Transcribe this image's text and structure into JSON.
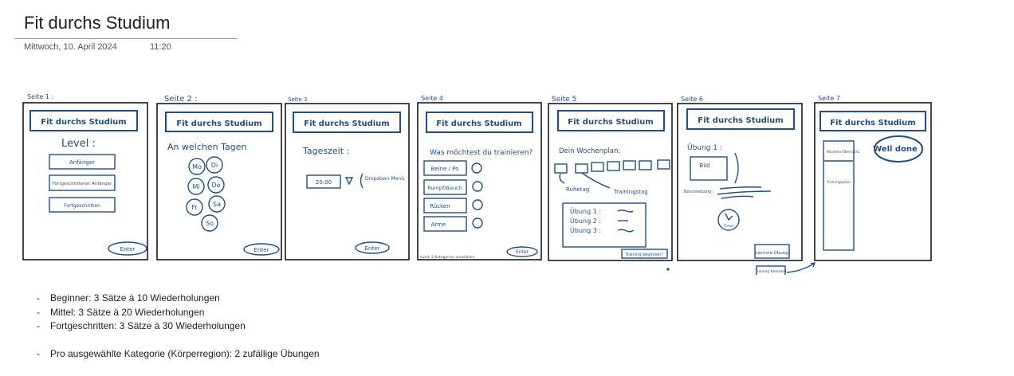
{
  "page": {
    "title": "Fit durchs Studium",
    "date": "Mittwoch, 10. April 2024",
    "time": "11:20"
  },
  "sketch": {
    "frame_title": "Fit durchs Studium",
    "pages": [
      {
        "label": "Seite 1 :",
        "heading": "Level :",
        "options": [
          "Anfänger",
          "Fortgeschrittener Anfänger",
          "Fortgeschritten"
        ],
        "button": "Enter"
      },
      {
        "label": "Seite 2 :",
        "heading": "An welchen Tagen",
        "days": [
          "Mo",
          "Di",
          "Mi",
          "Do",
          "Fr",
          "Sa",
          "So"
        ],
        "button": "Enter"
      },
      {
        "label": "Seite 3",
        "heading": "Tageszeit :",
        "time_value": "20:00",
        "dropdown_note": "Dropdown Menü",
        "button": "Enter"
      },
      {
        "label": "Seite 4",
        "heading": "Was möchtest du trainieren?",
        "options": [
          "Beine / Po",
          "Rumpf/Bauch",
          "Rücken",
          "Arme"
        ],
        "footnote": "mind. 2 Kategorien auswählen",
        "button": "Enter"
      },
      {
        "label": "Seite 5",
        "heading": "Dein Wochenplan:",
        "rest_label": "Ruhetag",
        "training_label": "Trainingstag",
        "exercises": [
          "Übung 1 :",
          "Übung 2 :",
          "Übung 3 :"
        ],
        "button": "Training beginnen!"
      },
      {
        "label": "Seite 6",
        "heading": "Übung 1 :",
        "image_label": "Bild",
        "description_label": "Beschreibung :",
        "timer_label": "Timer",
        "button": "nächste Übung",
        "outside_button": "Training beenden"
      },
      {
        "label": "Seite 7",
        "sidebar_items": [
          "Wochen-Übersicht",
          "Trainingsplan"
        ],
        "message": "Well done !"
      }
    ]
  },
  "notes": {
    "items": [
      "Beginner: 3 Sätze à 10 Wiederholungen",
      "Mittel: 3 Sätze à 20 Wiederholungen",
      "Fortgeschritten: 3 Sätze à 30 Wiederholungen",
      "Pro ausgewählte Kategorie (Körperregion): 2 zufällige Übungen"
    ],
    "bullet": "-"
  },
  "colors": {
    "ink": "#1f4e8c",
    "frame": "#1a1a1a",
    "text": "#222222"
  }
}
